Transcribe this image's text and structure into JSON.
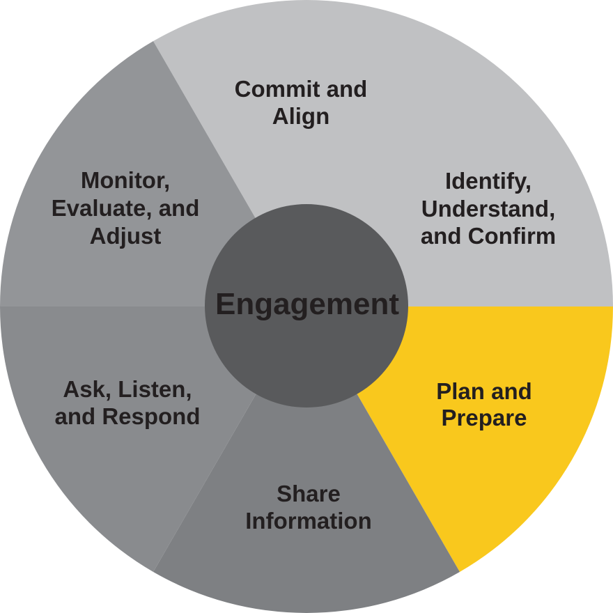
{
  "wheel": {
    "center": {
      "label": "Engagement",
      "color": "#595A5C"
    },
    "text_color": "#231F20",
    "background_color": "#FFFFFF",
    "segments": [
      {
        "name": "commit-and-align",
        "label": "Commit and Align",
        "lines": [
          "Commit and",
          "Align"
        ],
        "color": "#C0C1C3",
        "start_angle_deg": 60,
        "end_angle_deg": 120
      },
      {
        "name": "identify-understand-and-confirm",
        "label": "Identify, Understand, and Confirm",
        "lines": [
          "Identify,",
          "Understand,",
          "and Confirm"
        ],
        "color": "#C0C1C3",
        "start_angle_deg": 0,
        "end_angle_deg": 60
      },
      {
        "name": "plan-and-prepare",
        "label": "Plan and Prepare",
        "lines": [
          "Plan and",
          "Prepare"
        ],
        "color": "#F9C81D",
        "start_angle_deg": -60,
        "end_angle_deg": 0
      },
      {
        "name": "share-information",
        "label": "Share Information",
        "lines": [
          "Share",
          "Information"
        ],
        "color": "#7E8083",
        "start_angle_deg": -120,
        "end_angle_deg": -60
      },
      {
        "name": "ask-listen-and-respond",
        "label": "Ask, Listen, and Respond",
        "lines": [
          "Ask, Listen,",
          "and Respond"
        ],
        "color": "#898B8E",
        "start_angle_deg": -180,
        "end_angle_deg": -120
      },
      {
        "name": "monitor-evaluate-and-adjust",
        "label": "Monitor, Evaluate, and Adjust",
        "lines": [
          "Monitor,",
          "Evaluate, and",
          "Adjust"
        ],
        "color": "#939598",
        "start_angle_deg": 120,
        "end_angle_deg": 180
      }
    ]
  }
}
